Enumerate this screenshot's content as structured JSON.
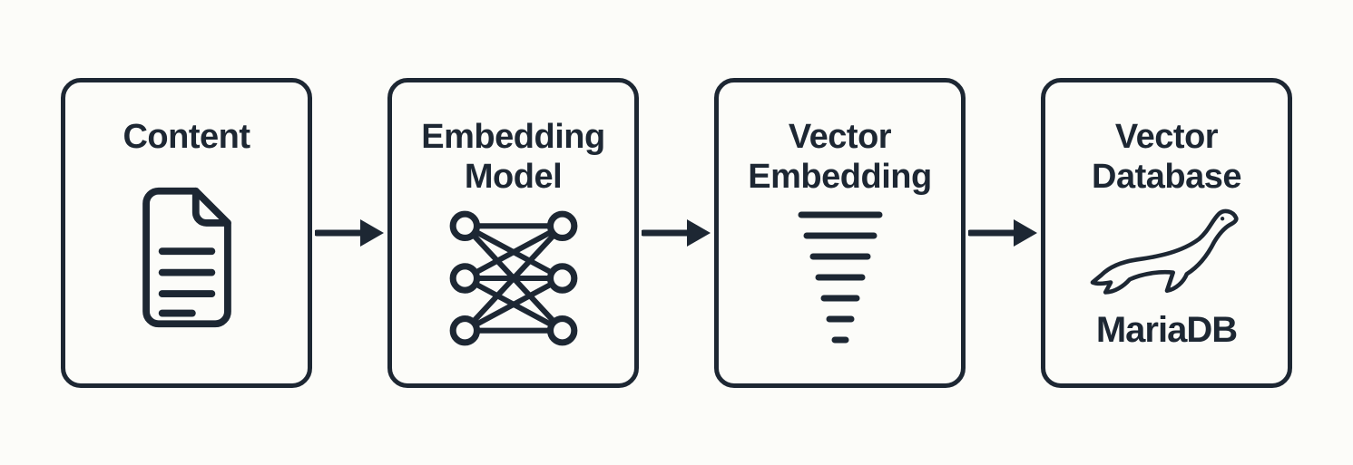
{
  "diagram": {
    "type": "flowchart",
    "direction": "left-to-right",
    "colors": {
      "ink": "#1d2733",
      "background": "#fcfcf9",
      "box_background": "#fcfcf9"
    },
    "nodes": [
      {
        "label": "Content",
        "icon": "document-icon"
      },
      {
        "label": "Embedding Model",
        "icon": "neural-network-icon"
      },
      {
        "label": "Vector Embedding",
        "icon": "vector-embedding-icon"
      },
      {
        "label": "Vector Database",
        "icon": "mariadb-seal-icon",
        "wordmark": "MariaDB"
      }
    ],
    "edges": [
      {
        "from": "Content",
        "to": "Embedding Model"
      },
      {
        "from": "Embedding Model",
        "to": "Vector Embedding"
      },
      {
        "from": "Vector Embedding",
        "to": "Vector Database"
      }
    ]
  }
}
